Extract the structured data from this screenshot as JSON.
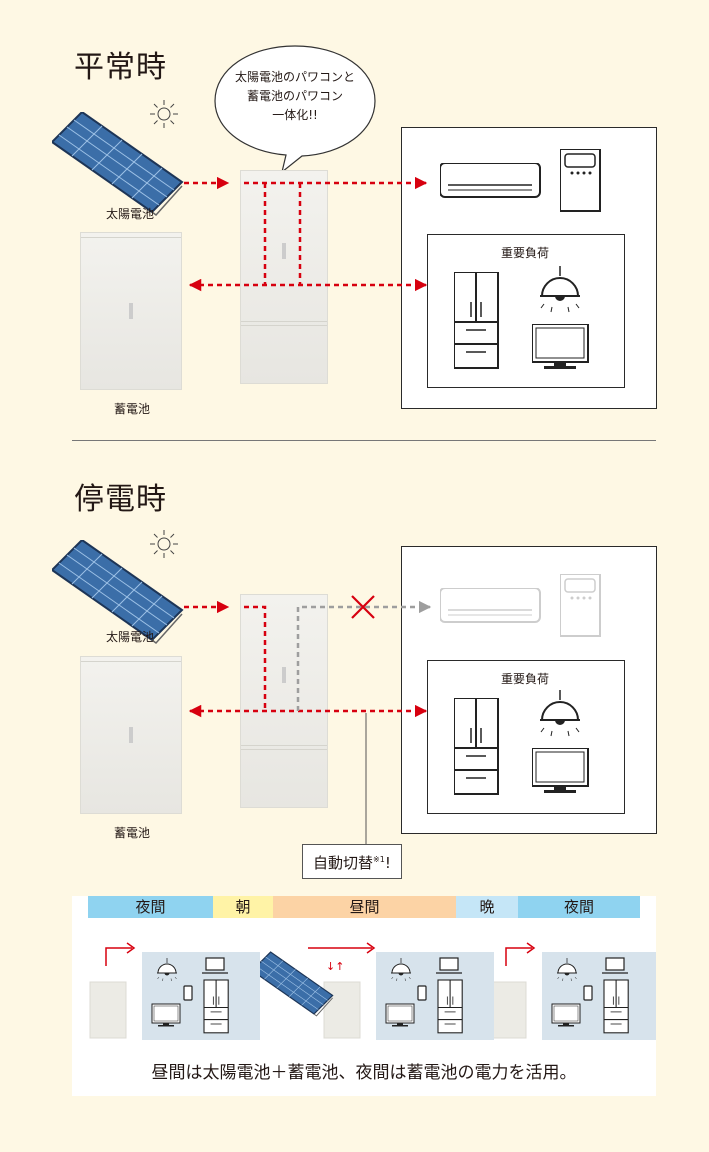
{
  "normal": {
    "title": "平常時",
    "bubble": [
      "太陽電池のパワコンと",
      "蓄電池のパワコン",
      "一体化!!"
    ],
    "solar_label": "太陽電池",
    "battery_label": "蓄電池",
    "important_load_label": "重要負荷"
  },
  "outage": {
    "title": "停電時",
    "solar_label": "太陽電池",
    "battery_label": "蓄電池",
    "important_load_label": "重要負荷",
    "auto_switch_label": "自動切替",
    "auto_switch_note": "※1",
    "auto_switch_suffix": "!"
  },
  "timeline": {
    "segments": [
      {
        "label": "夜間",
        "color": "#8fd3f0"
      },
      {
        "label": "朝",
        "color": "#fff3a6"
      },
      {
        "label": "昼間",
        "color": "#fcd3a5"
      },
      {
        "label": "晩",
        "color": "#c5e6f7"
      },
      {
        "label": "夜間",
        "color": "#8fd3f0"
      }
    ],
    "caption": "昼間は太陽電池＋蓄電池、夜間は蓄電池の電力を活用。"
  },
  "colors": {
    "arrow_red": "#d7000f",
    "arrow_gray": "#9e9e9e",
    "background": "#fef8e4",
    "panel_blue": "#d7e3ec"
  },
  "icons": [
    "sun-icon",
    "solar-panel-icon",
    "battery-unit-icon",
    "hybrid-inverter-icon",
    "air-conditioner-icon",
    "appliance-icon",
    "refrigerator-icon",
    "pendant-lamp-icon",
    "tv-icon",
    "laptop-icon",
    "smartphone-icon",
    "cross-icon"
  ]
}
